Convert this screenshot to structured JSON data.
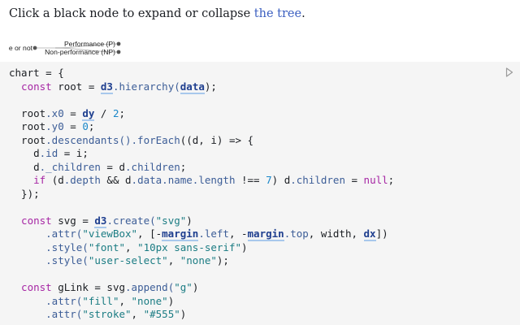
{
  "intro": {
    "text": "Click a black node to expand or collapse ",
    "link_text": "the tree",
    "end": "."
  },
  "tree": {
    "root_label": "e or not",
    "children": [
      {
        "label": "Performance (P)"
      },
      {
        "label": "Non-performance (NP)"
      }
    ]
  },
  "code": {
    "lines": [
      [
        [
          "var",
          "chart = {"
        ]
      ],
      [
        [
          "kw",
          "  const "
        ],
        [
          "var",
          "root = "
        ],
        [
          "ref",
          "d3"
        ],
        [
          "prop",
          ".hierarchy("
        ],
        [
          "ref",
          "data"
        ],
        [
          "var",
          ");"
        ]
      ],
      [],
      [
        [
          "var",
          "  root"
        ],
        [
          "prop",
          ".x0"
        ],
        [
          "var",
          " = "
        ],
        [
          "ref",
          "dy"
        ],
        [
          "var",
          " / "
        ],
        [
          "num",
          "2"
        ],
        [
          "var",
          ";"
        ]
      ],
      [
        [
          "var",
          "  root"
        ],
        [
          "prop",
          ".y0"
        ],
        [
          "var",
          " = "
        ],
        [
          "num",
          "0"
        ],
        [
          "var",
          ";"
        ]
      ],
      [
        [
          "var",
          "  root"
        ],
        [
          "prop",
          ".descendants().forEach"
        ],
        [
          "var",
          "((d, i) => {"
        ]
      ],
      [
        [
          "var",
          "    d"
        ],
        [
          "prop",
          ".id"
        ],
        [
          "var",
          " = i;"
        ]
      ],
      [
        [
          "var",
          "    d"
        ],
        [
          "prop",
          "._children"
        ],
        [
          "var",
          " = d"
        ],
        [
          "prop",
          ".children"
        ],
        [
          "var",
          ";"
        ]
      ],
      [
        [
          "kw",
          "    if "
        ],
        [
          "var",
          "(d"
        ],
        [
          "prop",
          ".depth"
        ],
        [
          "var",
          " && d"
        ],
        [
          "prop",
          ".data.name.length"
        ],
        [
          "var",
          " !== "
        ],
        [
          "num",
          "7"
        ],
        [
          "var",
          ") d"
        ],
        [
          "prop",
          ".children"
        ],
        [
          "var",
          " = "
        ],
        [
          "kw",
          "null"
        ],
        [
          "var",
          ";"
        ]
      ],
      [
        [
          "var",
          "  });"
        ]
      ],
      [],
      [
        [
          "kw",
          "  const "
        ],
        [
          "var",
          "svg = "
        ],
        [
          "ref",
          "d3"
        ],
        [
          "prop",
          ".create("
        ],
        [
          "str",
          "\"svg\""
        ],
        [
          "var",
          ")"
        ]
      ],
      [
        [
          "prop",
          "      .attr("
        ],
        [
          "str",
          "\"viewBox\""
        ],
        [
          "var",
          ", [-"
        ],
        [
          "ref",
          "margin"
        ],
        [
          "prop",
          ".left"
        ],
        [
          "var",
          ", -"
        ],
        [
          "ref",
          "margin"
        ],
        [
          "prop",
          ".top"
        ],
        [
          "var",
          ", width, "
        ],
        [
          "ref",
          "dx"
        ],
        [
          "var",
          "])"
        ]
      ],
      [
        [
          "prop",
          "      .style("
        ],
        [
          "str",
          "\"font\""
        ],
        [
          "var",
          ", "
        ],
        [
          "str",
          "\"10px sans-serif\""
        ],
        [
          "var",
          ")"
        ]
      ],
      [
        [
          "prop",
          "      .style("
        ],
        [
          "str",
          "\"user-select\""
        ],
        [
          "var",
          ", "
        ],
        [
          "str",
          "\"none\""
        ],
        [
          "var",
          ");"
        ]
      ],
      [],
      [
        [
          "kw",
          "  const "
        ],
        [
          "var",
          "gLink = svg"
        ],
        [
          "prop",
          ".append("
        ],
        [
          "str",
          "\"g\""
        ],
        [
          "var",
          ")"
        ]
      ],
      [
        [
          "prop",
          "      .attr("
        ],
        [
          "str",
          "\"fill\""
        ],
        [
          "var",
          ", "
        ],
        [
          "str",
          "\"none\""
        ],
        [
          "var",
          ")"
        ]
      ],
      [
        [
          "prop",
          "      .attr("
        ],
        [
          "str",
          "\"stroke\""
        ],
        [
          "var",
          ", "
        ],
        [
          "str",
          "\"#555\""
        ],
        [
          "var",
          ")"
        ]
      ]
    ]
  },
  "icons": {
    "run": "play-outline-icon"
  }
}
